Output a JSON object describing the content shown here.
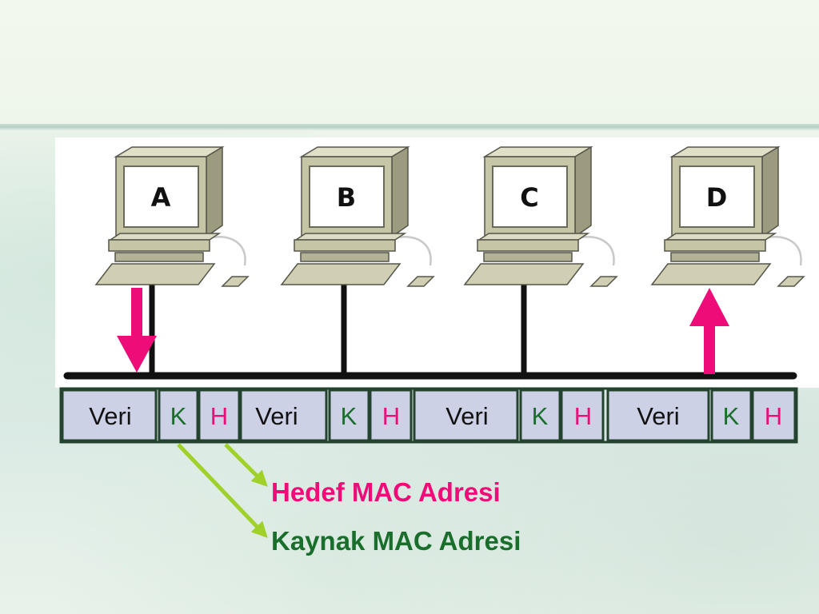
{
  "computers": [
    {
      "letter": "A"
    },
    {
      "letter": "B"
    },
    {
      "letter": "C"
    },
    {
      "letter": "D"
    }
  ],
  "frames": [
    {
      "data_label": "Veri",
      "source_label": "K",
      "dest_label": "H"
    },
    {
      "data_label": "Veri",
      "source_label": "K",
      "dest_label": "H"
    },
    {
      "data_label": "Veri",
      "source_label": "K",
      "dest_label": "H"
    },
    {
      "data_label": "Veri",
      "source_label": "K",
      "dest_label": "H"
    }
  ],
  "legend": {
    "destination": "Hedef MAC Adresi",
    "source": "Kaynak MAC Adresi"
  },
  "colors": {
    "background": "#eef5ea",
    "bus": "#111111",
    "frame_fill": "#cdd1e6",
    "frame_border": "#23432f",
    "source_text": "#1a6e2c",
    "dest_text": "#ee0c78",
    "data_text": "#111111",
    "send_receive_arrow": "#ee0c78",
    "pointer_arrow": "#9fd12a",
    "computer_body": "#c6c5a6",
    "computer_outline": "#55554a"
  }
}
